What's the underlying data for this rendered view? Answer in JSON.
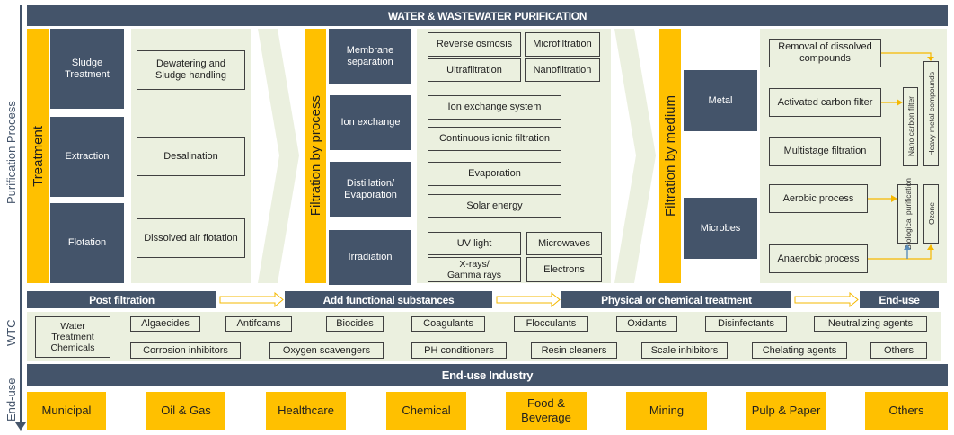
{
  "header": {
    "title": "WATER & WASTEWATER PURIFICATION"
  },
  "side_labels": {
    "purification": "Purification Process",
    "wtc": "WTC",
    "enduse": "End-use"
  },
  "treatment": {
    "label": "Treatment",
    "categories": [
      "Sludge Treatment",
      "Extraction",
      "Flotation"
    ],
    "methods": [
      "Dewatering and Sludge handling",
      "Desalination",
      "Dissolved air flotation"
    ]
  },
  "filtration_process": {
    "label": "Filtration by process",
    "categories": [
      "Membrane separation",
      "Ion exchange",
      "Distillation/ Evaporation",
      "Irradiation"
    ],
    "membrane": [
      "Reverse osmosis",
      "Microfiltration",
      "Ultrafiltration",
      "Nanofiltration"
    ],
    "ion_exchange": [
      "Ion exchange system",
      "Continuous ionic filtration"
    ],
    "distillation": [
      "Evaporation",
      "Solar energy"
    ],
    "irradiation": [
      "UV light",
      "Microwaves",
      "X-rays/ Gamma rays",
      "Electrons"
    ]
  },
  "filtration_medium": {
    "label": "Filtration by medium",
    "categories": [
      "Metal",
      "Microbes"
    ],
    "methods": [
      "Removal of dissolved compounds",
      "Activated carbon filter",
      "Multistage filtration",
      "Aerobic process",
      "Anaerobic process"
    ],
    "outcomes": {
      "nano_carbon": "Nano carbon filter",
      "heavy_metal": "Heavy metal compounds",
      "biological": "Biological purification",
      "ozone": "Ozone"
    }
  },
  "wtc_stages": [
    "Post filtration",
    "Add functional substances",
    "Physical or chemical treatment",
    "End-use"
  ],
  "wtc": {
    "label": "Water Treatment Chemicals",
    "row1": [
      "Algaecides",
      "Antifoams",
      "Biocides",
      "Coagulants",
      "Flocculants",
      "Oxidants",
      "Disinfectants",
      "Neutralizing agents"
    ],
    "row2": [
      "Corrosion inhibitors",
      "Oxygen scavengers",
      "PH conditioners",
      "Resin cleaners",
      "Scale inhibitors",
      "Chelating agents",
      "Others"
    ]
  },
  "enduse": {
    "title": "End-use Industry",
    "items": [
      "Municipal",
      "Oil & Gas",
      "Healthcare",
      "Chemical",
      "Food & Beverage",
      "Mining",
      "Pulp & Paper",
      "Others"
    ]
  },
  "colors": {
    "navy": "#44546a",
    "gold": "#ffc000",
    "pale": "#ebf0df",
    "arrow_gold": "#f5b800",
    "arrow_blue": "#5b8db8"
  }
}
